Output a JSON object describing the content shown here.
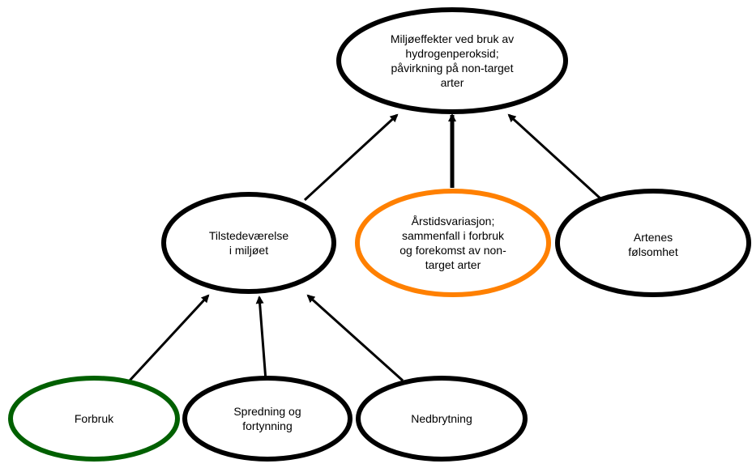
{
  "nodes": {
    "root": {
      "label": "Miljøeffekter ved bruk av\nhydrogenperoksid;\npåvirkning på non-target\narter"
    },
    "presence": {
      "label": "Tilstedeværelse\ni miljøet"
    },
    "season": {
      "label": "Årstidsvariasjon;\nsammenfall i forbruk\nog forekomst av non-\ntarget arter"
    },
    "sensitivity": {
      "label": "Artenes\nfølsomhet"
    },
    "usage": {
      "label": "Forbruk"
    },
    "spread": {
      "label": "Spredning og\nfortynning"
    },
    "degradation": {
      "label": "Nedbrytning"
    }
  },
  "colors": {
    "default": "#000000",
    "season": "#ff8000",
    "usage": "#006000"
  }
}
